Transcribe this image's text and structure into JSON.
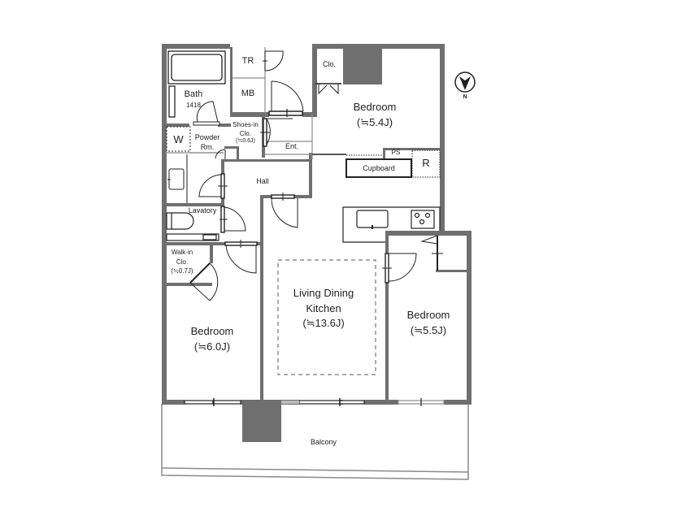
{
  "plan": {
    "colors": {
      "wall": "#6f6f6f",
      "column": "#6f6f6f",
      "line": "#222222",
      "thin": "#8a8a8a"
    },
    "rooms": {
      "bath": {
        "name": "Bath",
        "size": "1418"
      },
      "tr": {
        "name": "TR"
      },
      "mb": {
        "name": "MB"
      },
      "closet_top": {
        "name": "Clo."
      },
      "bedroom_north": {
        "name": "Bedroom",
        "size": "(≒5.4J)"
      },
      "washer": {
        "name": "W"
      },
      "powder_room": {
        "name": "Powder",
        "name2": "Rm."
      },
      "shoes_closet": {
        "name": "Shoes-in",
        "name2": "Clo.",
        "size": "(≒0.6J)"
      },
      "entrance": {
        "name": "Ent."
      },
      "ps": {
        "name": "PS"
      },
      "cupboard": {
        "name": "Cupboard"
      },
      "refrigerator": {
        "name": "R"
      },
      "hall": {
        "name": "Hall"
      },
      "lavatory": {
        "name": "Lavatory"
      },
      "walk_in_closet": {
        "name": "Walk-in",
        "name2": "Clo.",
        "size": "(≒0.7J)"
      },
      "ldk": {
        "name": "Living Dining",
        "name2": "Kitchen",
        "size": "(≒13.6J)"
      },
      "bedroom_east": {
        "name": "Bedroom",
        "size": "(≒5.5J)"
      },
      "bedroom_west": {
        "name": "Bedroom",
        "size": "(≒6.0J)"
      },
      "balcony": {
        "name": "Balcony"
      }
    },
    "compass": {
      "label": "N"
    }
  }
}
